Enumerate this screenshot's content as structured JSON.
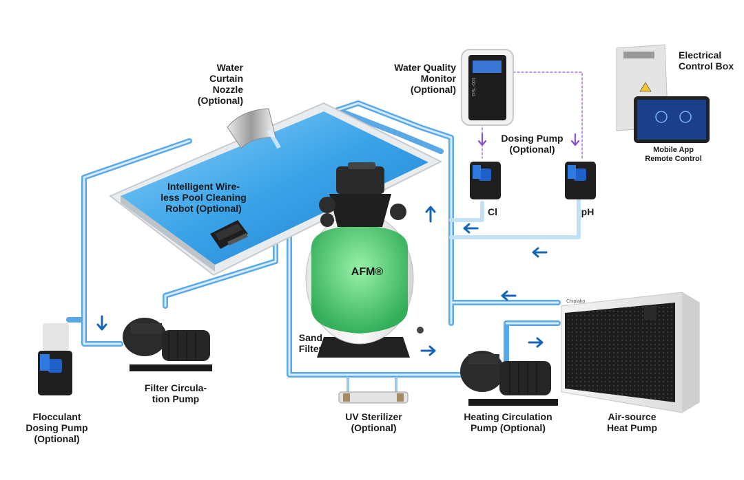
{
  "labels": {
    "water_curtain": [
      "Water",
      "Curtain",
      "Nozzle",
      "(Optional)"
    ],
    "water_quality": [
      "Water Quality",
      "Monitor",
      "(Optional)"
    ],
    "electrical_box": [
      "Electrical",
      "Control Box"
    ],
    "mobile_app": [
      "Mobile App",
      "Remote Control"
    ],
    "dosing_pump": [
      "Dosing Pump",
      "(Optional)"
    ],
    "cl": "Cl",
    "ph": "pH",
    "robot": [
      "Intelligent Wire-",
      "less Pool Cleaning",
      "Robot (Optional)"
    ],
    "afm": "AFM®",
    "sand_filter": [
      "Sand",
      "Filter"
    ],
    "filter_pump": [
      "Filter Circula-",
      "tion Pump"
    ],
    "flocculant": [
      "Flocculant",
      "Dosing Pump",
      "(Optional)"
    ],
    "uv": [
      "UV Sterilizer",
      "(Optional)"
    ],
    "heating_pump": [
      "Heating Circulation",
      "Pump (Optional)"
    ],
    "heat_pump": [
      "Air-source",
      "Heat Pump"
    ],
    "monitor_text": "DSL-001",
    "heat_pump_brand": "Chiplako"
  },
  "colors": {
    "pipe": "#5aa9e6",
    "pipe_light": "#d6ecfb",
    "arrow": "#1565b8",
    "arrow_purple": "#8a4fd1",
    "pool_water": "#3aa3e8",
    "filter_media": "#33c45c",
    "pump_body": "#2b2b2b",
    "pump_blue": "#1f5fc7"
  },
  "icons": {
    "flow_arrow": "arrow-icon",
    "signal_arrow": "arrow-down-icon"
  }
}
